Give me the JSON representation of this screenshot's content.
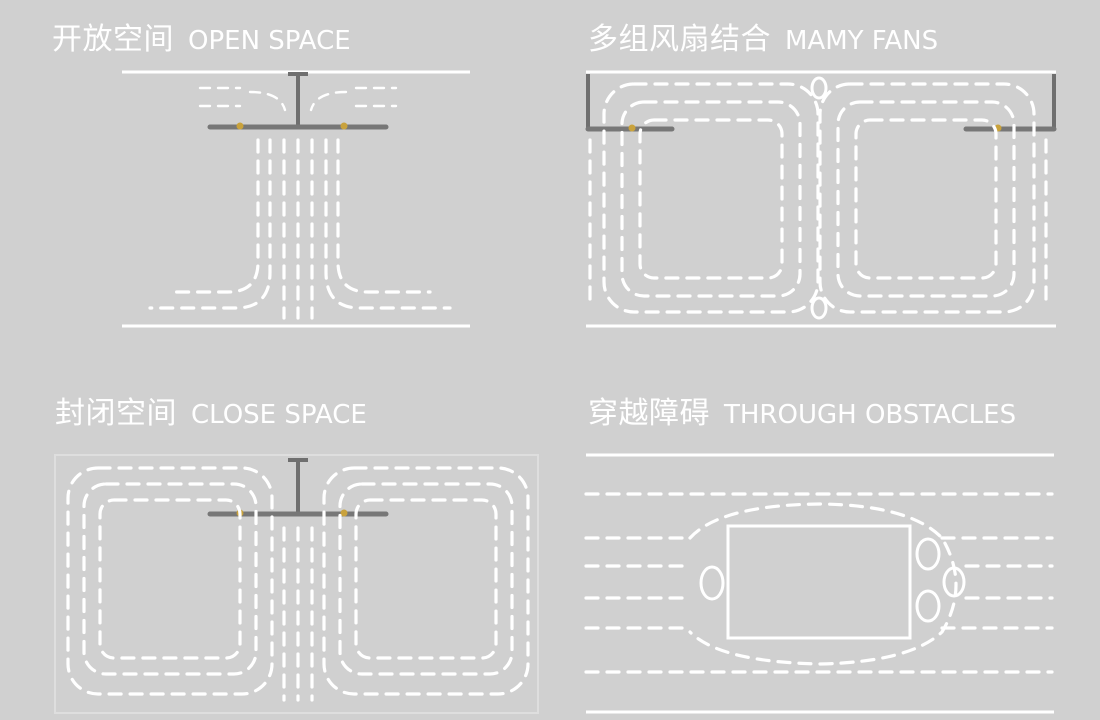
{
  "panels": [
    {
      "id": "open-space",
      "title_cn": "开放空间",
      "title_en": "OPEN SPACE"
    },
    {
      "id": "many-fans",
      "title_cn": "多组风扇结合",
      "title_en": "MAMY FANS"
    },
    {
      "id": "close-space",
      "title_cn": "封闭空间",
      "title_en": "CLOSE  SPACE"
    },
    {
      "id": "through-obstacles",
      "title_cn": "穿越障碍",
      "title_en": "THROUGH  OBSTACLES"
    }
  ],
  "colors": {
    "background": "#d0d0d0",
    "flow": "#ffffff",
    "fan": "#777777",
    "fan_hub": "#c9a23c"
  }
}
